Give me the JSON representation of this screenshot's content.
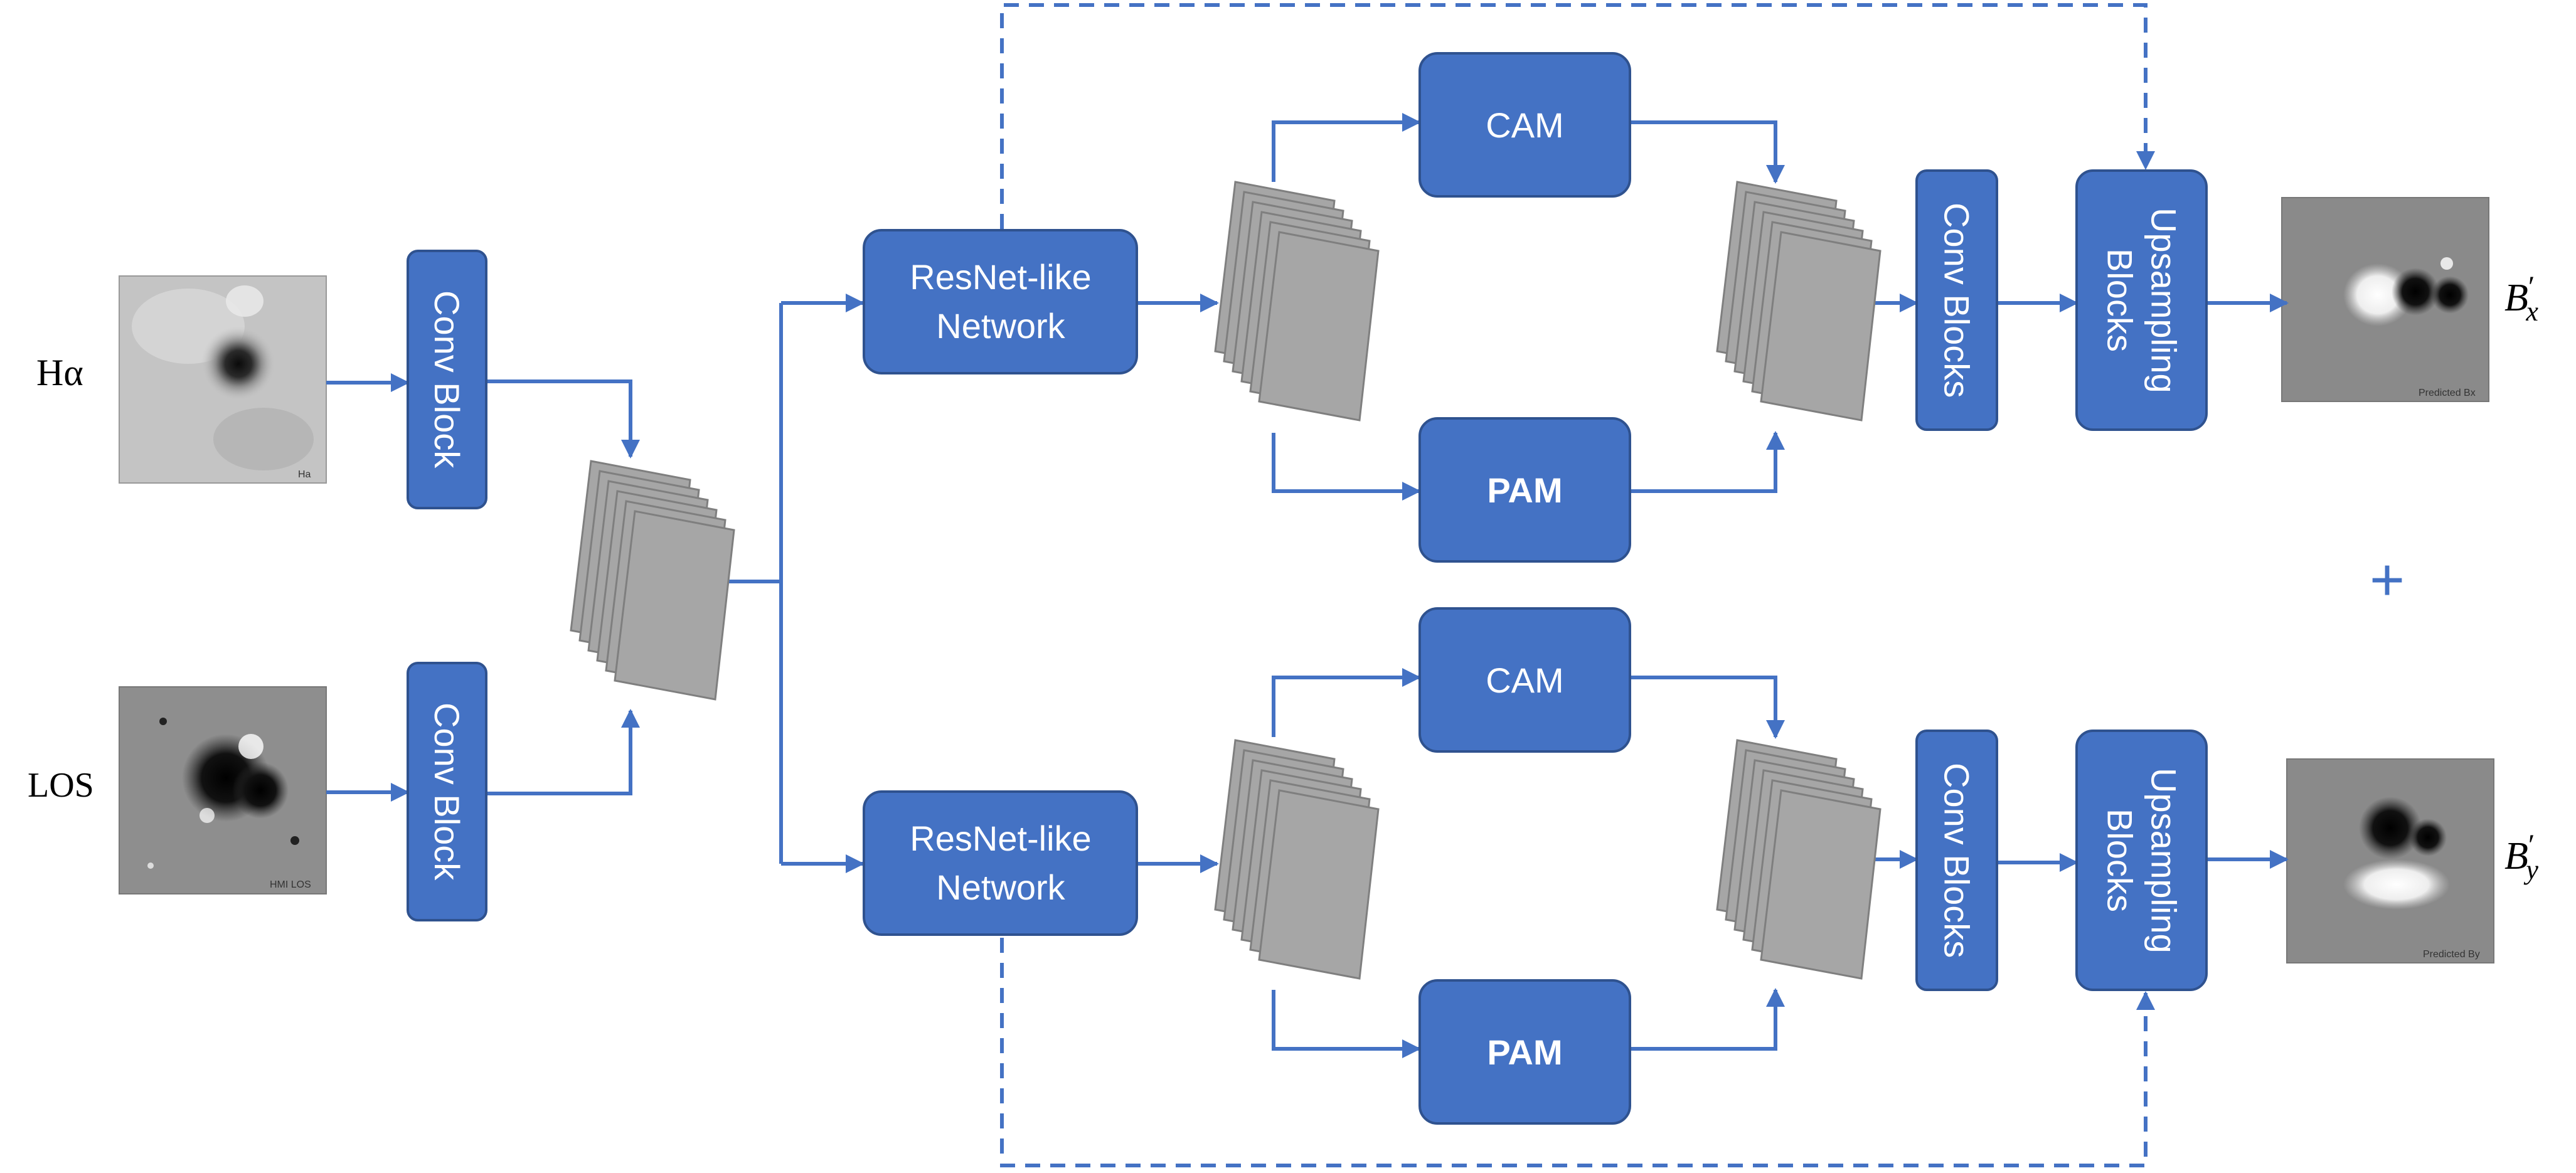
{
  "inputs": {
    "halpha": {
      "label": "Hα",
      "image_tag": "Ha"
    },
    "los": {
      "label": "LOS",
      "image_tag": "HMI LOS"
    }
  },
  "blocks": {
    "conv_block": "Conv Block",
    "resnet": "ResNet-like Network",
    "cam": "CAM",
    "pam": "PAM",
    "conv_blocks": "Conv Blocks",
    "upsampling": "Upsampling Blocks"
  },
  "outputs": {
    "bx": {
      "symbol": "B",
      "prime": "′",
      "subscript": "x",
      "image_tag": "Predicted Bx"
    },
    "by": {
      "symbol": "B",
      "prime": "′",
      "subscript": "y",
      "image_tag": "Predicted By"
    },
    "plus": "+"
  },
  "colors": {
    "block_fill": "#4472C4",
    "block_stroke": "#2F528F",
    "arrow": "#4472C4",
    "feature_map": "#A6A6A6",
    "feature_map_stroke": "#7F7F7F"
  }
}
